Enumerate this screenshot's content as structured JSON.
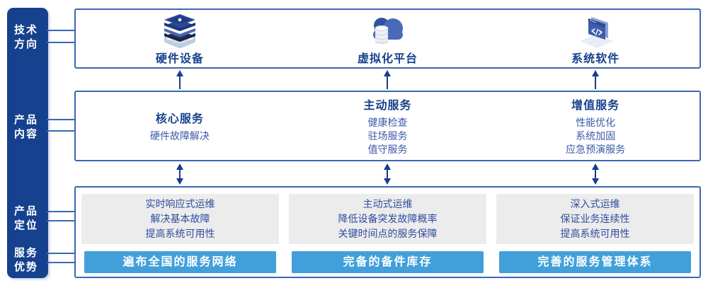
{
  "colors": {
    "sidebar_bg": "#16418E",
    "box_border": "#3A68B2",
    "title_text": "#16418E",
    "body_text": "#3A5AA8",
    "panel_gray": "#ECECEC",
    "bar_blue": "#41A0DA",
    "bar_text": "#FFFFFF",
    "arrow": "#1B3A8C"
  },
  "sidebar": {
    "groups": [
      {
        "lines": [
          "技术",
          "方向"
        ]
      },
      {
        "lines": [
          "产品",
          "内容"
        ]
      },
      {
        "lines": [
          "产品",
          "定位"
        ]
      },
      {
        "lines": [
          "服务",
          "优势"
        ]
      }
    ]
  },
  "top_row": {
    "items": [
      {
        "icon": "server-stack-icon",
        "label": "硬件设备"
      },
      {
        "icon": "cloud-database-icon",
        "label": "虚拟化平台"
      },
      {
        "icon": "code-window-icon",
        "label": "系统软件"
      }
    ]
  },
  "middle_row": {
    "columns": [
      {
        "title": "核心服务",
        "items": [
          "硬件故障解决"
        ]
      },
      {
        "title": "主动服务",
        "items": [
          "健康检查",
          "驻场服务",
          "值守服务"
        ]
      },
      {
        "title": "增值服务",
        "items": [
          "性能优化",
          "系统加固",
          "应急预演服务"
        ]
      }
    ]
  },
  "bottom_row": {
    "columns": [
      {
        "points": [
          "实时响应式运维",
          "解决基本故障",
          "提高系统可用性"
        ],
        "bar": "遍布全国的服务网络"
      },
      {
        "points": [
          "主动式运维",
          "降低设备突发故障概率",
          "关键时间点的服务保障"
        ],
        "bar": "完备的备件库存"
      },
      {
        "points": [
          "深入式运维",
          "保证业务连续性",
          "提高系统可用性"
        ],
        "bar": "完善的服务管理体系"
      }
    ]
  }
}
